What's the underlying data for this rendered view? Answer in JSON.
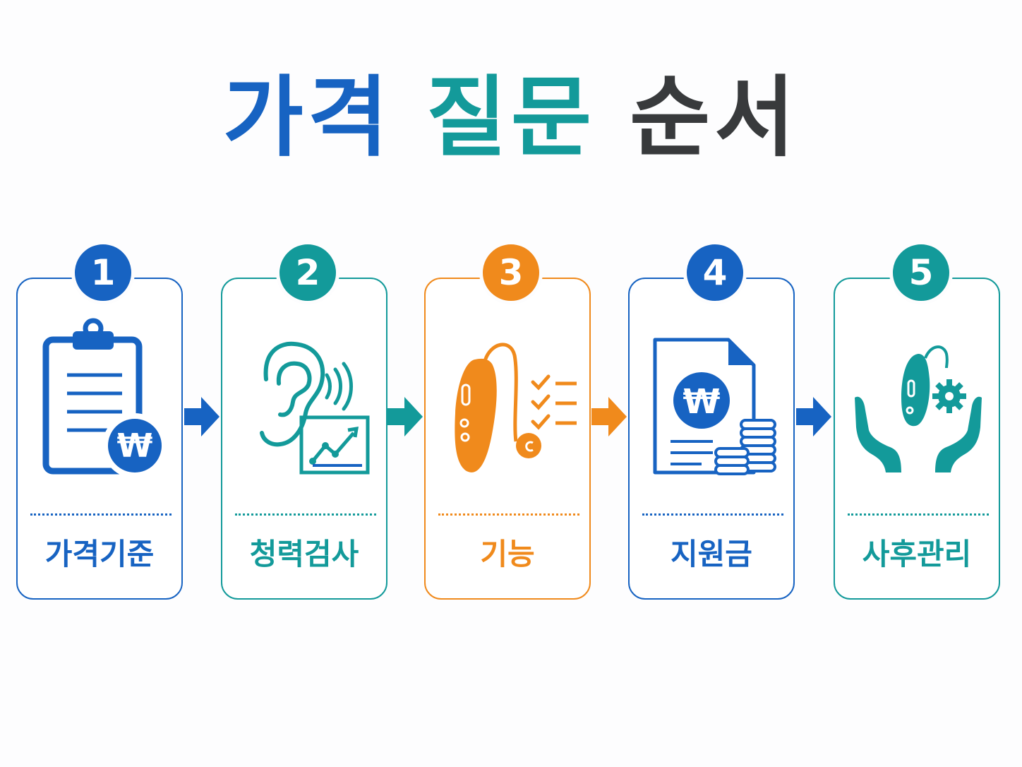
{
  "title": {
    "part1": "가격",
    "part2": "질문",
    "part3": "순서"
  },
  "colors": {
    "blue": "#1763c2",
    "teal": "#139a9a",
    "orange": "#f08a1c",
    "dark": "#383a3c"
  },
  "steps": [
    {
      "number": "1",
      "label": "가격기준",
      "color": "#1763c2",
      "icon": "clipboard-won-icon"
    },
    {
      "number": "2",
      "label": "청력검사",
      "color": "#139a9a",
      "icon": "ear-chart-icon"
    },
    {
      "number": "3",
      "label": "기능",
      "color": "#f08a1c",
      "icon": "hearing-aid-checklist-icon"
    },
    {
      "number": "4",
      "label": "지원금",
      "color": "#1763c2",
      "icon": "document-coins-icon"
    },
    {
      "number": "5",
      "label": "사후관리",
      "color": "#139a9a",
      "icon": "hands-hearing-aid-gear-icon"
    }
  ],
  "won_symbol": "₩"
}
